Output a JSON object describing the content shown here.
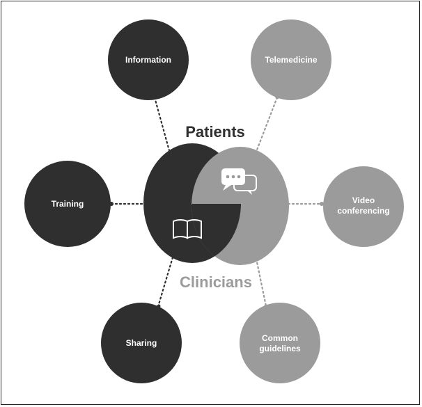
{
  "labels": {
    "patients": "Patients",
    "clinicians": "Clinicians"
  },
  "nodes": {
    "information": "Information",
    "telemedicine": "Telemedicine",
    "training": "Training",
    "video_line1": "Video",
    "video_line2": "conferencing",
    "sharing": "Sharing",
    "common_line1": "Common",
    "common_line2": "guidelines"
  },
  "colors": {
    "dark": "#2f2f2f",
    "light": "#9b9b9b",
    "text_on_node": "#ffffff",
    "patients_text": "#2f2f2f",
    "clinicians_text": "#9b9b9b"
  },
  "icons": {
    "patients_icon": "open-book-icon",
    "clinicians_icon": "chat-bubbles-icon"
  }
}
